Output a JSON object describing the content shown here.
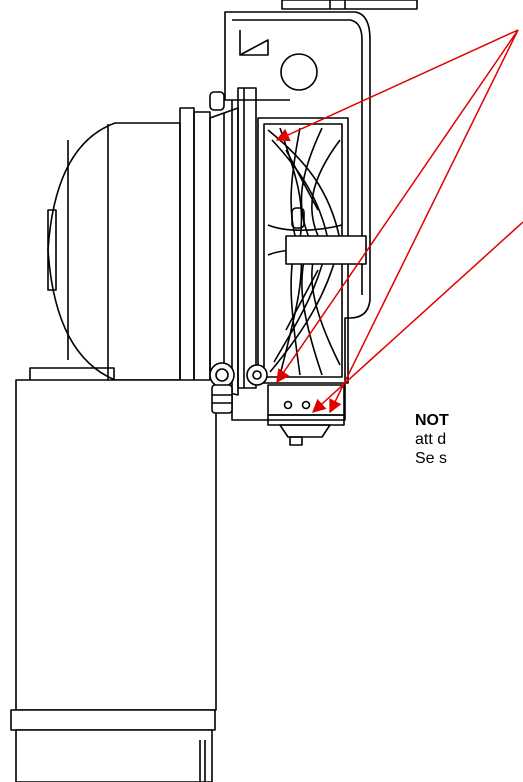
{
  "note": {
    "title": "NOT",
    "line1": "att d",
    "line2": "Se s"
  },
  "colors": {
    "line": "#000000",
    "arrow": "#e00000",
    "background": "#ffffff"
  },
  "callout_arrows": 4
}
